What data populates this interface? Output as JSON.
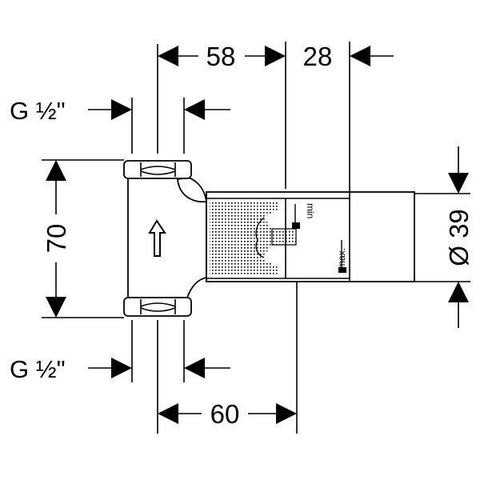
{
  "diagram": {
    "dim_top_left": "58",
    "dim_top_right": "28",
    "thread_top": "G ½\"",
    "thread_bottom": "G ½\"",
    "height": "70",
    "width_bottom": "60",
    "diameter": "Ø 39",
    "label_min": "min",
    "label_max": "max.",
    "colors": {
      "line": "#000000",
      "background": "#ffffff"
    }
  }
}
